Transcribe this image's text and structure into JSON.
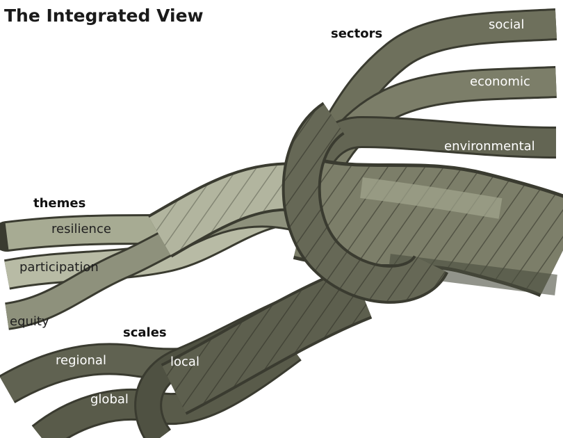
{
  "title": "The Integrated View",
  "groups": {
    "sectors": {
      "heading": "sectors",
      "strands": [
        "social",
        "economic",
        "environmental"
      ]
    },
    "themes": {
      "heading": "themes",
      "strands": [
        "resilience",
        "participation",
        "equity"
      ]
    },
    "scales": {
      "heading": "scales",
      "strands": [
        "regional",
        "local",
        "global"
      ]
    }
  },
  "colors": {
    "rope_dark": "#5f604f",
    "rope_mid": "#7c7e69",
    "rope_light": "#b4b7a1",
    "rope_edge": "#3a3b30",
    "label_light": "#ffffff",
    "label_dark": "#1f1f1f"
  }
}
